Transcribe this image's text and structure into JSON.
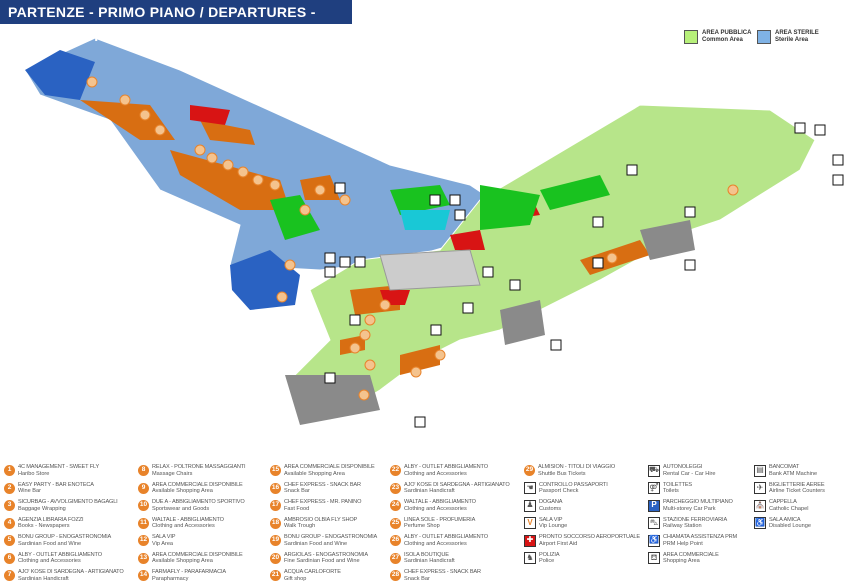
{
  "title": "PARTENZE - PRIMO PIANO / DEPARTURES - FIRST FLOOR",
  "area_keys": [
    {
      "label": "AREA PUBBLICA",
      "sub": "Common Area",
      "color": "#b7f07a"
    },
    {
      "label": "AREA STERILE",
      "sub": "Sterile Area",
      "color": "#7fb2e5"
    }
  ],
  "colors": {
    "sterile": "#7fa8d8",
    "sterile_dark": "#2a62c2",
    "common": "#b7e58a",
    "shop": "#d86e12",
    "green": "#19c21f",
    "red": "#d81414",
    "grey": "#8a8a8a",
    "cyan": "#19c8d6",
    "accent": "#e8832a"
  },
  "shops": [
    {
      "n": "1",
      "name": "4C MANAGEMENT - SWEET FLY",
      "sub": "Haribo Store"
    },
    {
      "n": "2",
      "name": "EASY PARTY - BAR ENOTECA",
      "sub": "Wine Bar"
    },
    {
      "n": "3",
      "name": "SICURBAG - AVVOLGIMENTO BAGAGLI",
      "sub": "Baggage Wrapping"
    },
    {
      "n": "4",
      "name": "AGENZIA LIBRARIA FOZZI",
      "sub": "Books - Newspapers"
    },
    {
      "n": "5",
      "name": "BONU GROUP - ENOGASTRONOMIA",
      "sub": "Sardinian Food and Wine"
    },
    {
      "n": "6",
      "name": "ALBY - OUTLET ABBIGLIAMENTO",
      "sub": "Clothing and Accessories"
    },
    {
      "n": "7",
      "name": "AJO' KOSE DI SARDEGNA - ARTIGIANATO",
      "sub": "Sardinian Handicraft"
    },
    {
      "n": "8",
      "name": "RELAX - POLTRONE MASSAGGIANTI",
      "sub": "Massage Chairs"
    },
    {
      "n": "9",
      "name": "AREA COMMERCIALE DISPONIBILE",
      "sub": "Available Shopping Area"
    },
    {
      "n": "10",
      "name": "DUE A - ABBIGLIAMENTO SPORTIVO",
      "sub": "Sportswear and Goods"
    },
    {
      "n": "11",
      "name": "WALTALE - ABBIGLIAMENTO",
      "sub": "Clothing and Accessories"
    },
    {
      "n": "12",
      "name": "SALA VIP",
      "sub": "Vip Area"
    },
    {
      "n": "13",
      "name": "AREA COMMERCIALE DISPONIBILE",
      "sub": "Available Shopping Area"
    },
    {
      "n": "14",
      "name": "FARMAFLY - PARAFARMACIA",
      "sub": "Parapharmacy"
    },
    {
      "n": "15",
      "name": "AREA COMMERCIALE DISPONIBILE",
      "sub": "Available Shopping Area"
    },
    {
      "n": "16",
      "name": "CHEF EXPRESS - SNACK BAR",
      "sub": "Snack Bar"
    },
    {
      "n": "17",
      "name": "CHEF EXPRESS - MR. PANINO",
      "sub": "Fast Food"
    },
    {
      "n": "18",
      "name": "AMBROSIO OLBIA FLY SHOP",
      "sub": "Walk Trough"
    },
    {
      "n": "19",
      "name": "BONU GROUP - ENOGASTRONOMIA",
      "sub": "Sardinian Food and Wine"
    },
    {
      "n": "20",
      "name": "ARGIOLAS - ENOGASTRONOMIA",
      "sub": "Fine Sardinian Food and Wine"
    },
    {
      "n": "21",
      "name": "ACQUA CARLOFORTE",
      "sub": "Gift shop"
    },
    {
      "n": "22",
      "name": "ALBY - OUTLET ABBIGLIAMENTO",
      "sub": "Clothing and Accessories"
    },
    {
      "n": "23",
      "name": "AJO' KOSE DI SARDEGNA - ARTIGIANATO",
      "sub": "Sardinian Handicraft"
    },
    {
      "n": "24",
      "name": "WALTALE - ABBIGLIAMENTO",
      "sub": "Clothing and Accessories"
    },
    {
      "n": "25",
      "name": "LINEA SOLE - PROFUMERIA",
      "sub": "Perfume Shop"
    },
    {
      "n": "26",
      "name": "ALBY - OUTLET ABBIGLIAMENTO",
      "sub": "Clothing and Accessories"
    },
    {
      "n": "27",
      "name": "ISOLA BOUTIQUE",
      "sub": "Sardinian Handicraft"
    },
    {
      "n": "28",
      "name": "CHEF EXPRESS - SNACK BAR",
      "sub": "Snack Bar"
    },
    {
      "n": "29",
      "name": "ALMISION - TITOLI DI VIAGGIO",
      "sub": "Shuttle Bus Tickets"
    }
  ],
  "services": [
    {
      "icon": "passport-control-icon",
      "glyph": "☚",
      "name": "CONTROLLO PASSAPORTI",
      "sub": "Passport Check"
    },
    {
      "icon": "customs-icon",
      "glyph": "♟",
      "name": "DOGANA",
      "sub": "Customs"
    },
    {
      "icon": "vip-lounge-icon",
      "glyph": "V",
      "name": "SALA VIP",
      "sub": "Vip Lounge"
    },
    {
      "icon": "first-aid-icon",
      "glyph": "✚",
      "name": "PRONTO SOCCORSO AEROPORTUALE",
      "sub": "Airport First Aid"
    },
    {
      "icon": "police-icon",
      "glyph": "♞",
      "name": "POLIZIA",
      "sub": "Police"
    },
    {
      "icon": "car-rental-icon",
      "glyph": "⛟",
      "name": "AUTONOLEGGI",
      "sub": "Rental Car - Car Hire"
    },
    {
      "icon": "toilets-icon",
      "glyph": "⚤",
      "name": "TOILETTES",
      "sub": "Toilets"
    },
    {
      "icon": "parking-icon",
      "glyph": "P",
      "name": "PARCHEGGIO MULTIPIANO",
      "sub": "Multi-storey Car Park"
    },
    {
      "icon": "train-station-icon",
      "glyph": "⛍",
      "name": "STAZIONE FERROVIARIA",
      "sub": "Railway Station"
    },
    {
      "icon": "prm-help-icon",
      "glyph": "♿",
      "name": "CHIAMATA ASSISTENZA PRM",
      "sub": "PRM Help Point"
    },
    {
      "icon": "shopping-area-icon",
      "glyph": "⛾",
      "name": "AREA COMMERCIALE",
      "sub": "Shopping Area"
    },
    {
      "icon": "atm-icon",
      "glyph": "▤",
      "name": "BANCOMAT",
      "sub": "Bank ATM Machine"
    },
    {
      "icon": "airline-tickets-icon",
      "glyph": "✈",
      "name": "BIGLIETTERIE AEREE",
      "sub": "Airline Ticket Counters"
    },
    {
      "icon": "chapel-icon",
      "glyph": "⛪",
      "name": "CAPPELLA",
      "sub": "Catholic Chapel"
    },
    {
      "icon": "disabled-lounge-icon",
      "glyph": "♿",
      "name": "SALA AMICA",
      "sub": "Disabled Lounge"
    }
  ]
}
